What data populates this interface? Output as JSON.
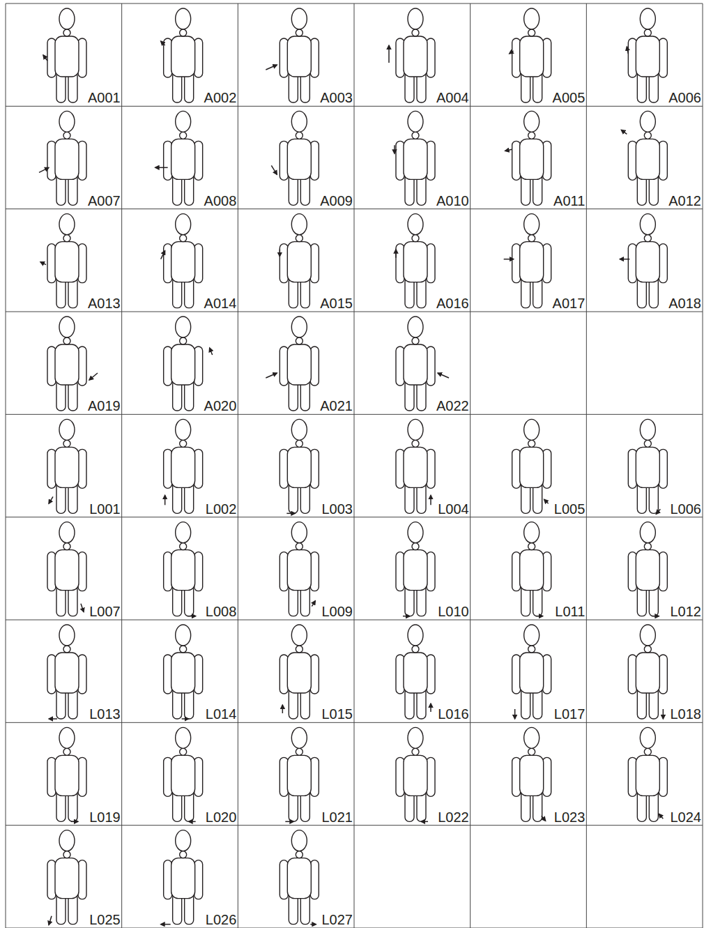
{
  "diagram": {
    "labels": [
      "A001",
      "A002",
      "A003",
      "A004",
      "A005",
      "A006",
      "A007",
      "A008",
      "A009",
      "A010",
      "A011",
      "A012",
      "A013",
      "A014",
      "A015",
      "A016",
      "A017",
      "A018",
      "A019",
      "A020",
      "A021",
      "A022",
      "L001",
      "L002",
      "L003",
      "L004",
      "L005",
      "L006",
      "L007",
      "L008",
      "L009",
      "L010",
      "L011",
      "L012",
      "L013",
      "L014",
      "L015",
      "L016",
      "L017",
      "L018",
      "L019",
      "L020",
      "L021",
      "L022",
      "L023",
      "L024",
      "L025",
      "L026",
      "L027"
    ]
  }
}
